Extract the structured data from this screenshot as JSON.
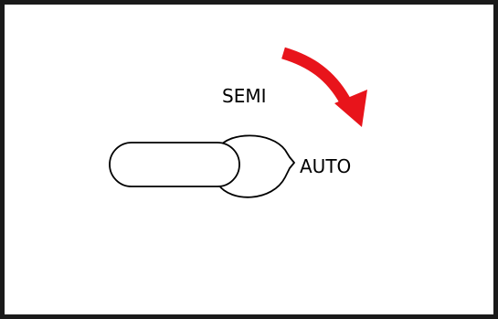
{
  "positions": {
    "semi_label": "SEMI",
    "auto_label": "AUTO"
  },
  "arrow": {
    "color": "#e8141b",
    "meaning": "rotate-clockwise"
  },
  "colors": {
    "outline": "#000000",
    "frame_border": "#1a1a1a",
    "background": "#ffffff"
  }
}
